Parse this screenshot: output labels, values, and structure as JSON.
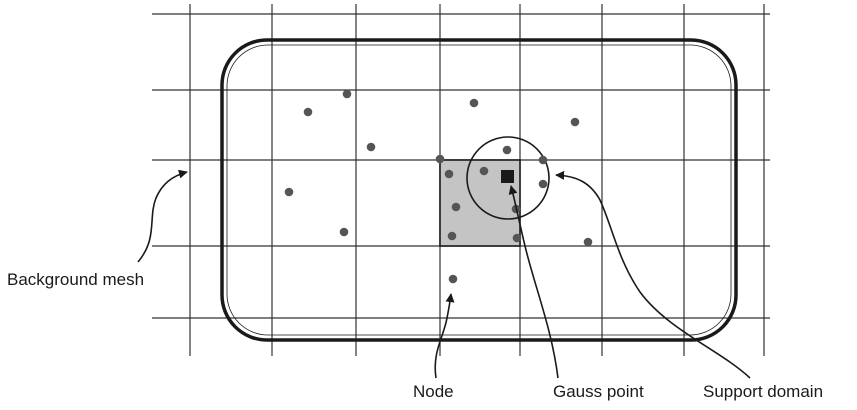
{
  "labels": {
    "background_mesh": "Background mesh",
    "node": "Node",
    "gauss_point": "Gauss point",
    "support_domain": "Support domain"
  },
  "colors": {
    "line": "#1a1a1a",
    "grid": "#333333",
    "node": "#555555",
    "cell_fill": "#c4c4c4"
  }
}
